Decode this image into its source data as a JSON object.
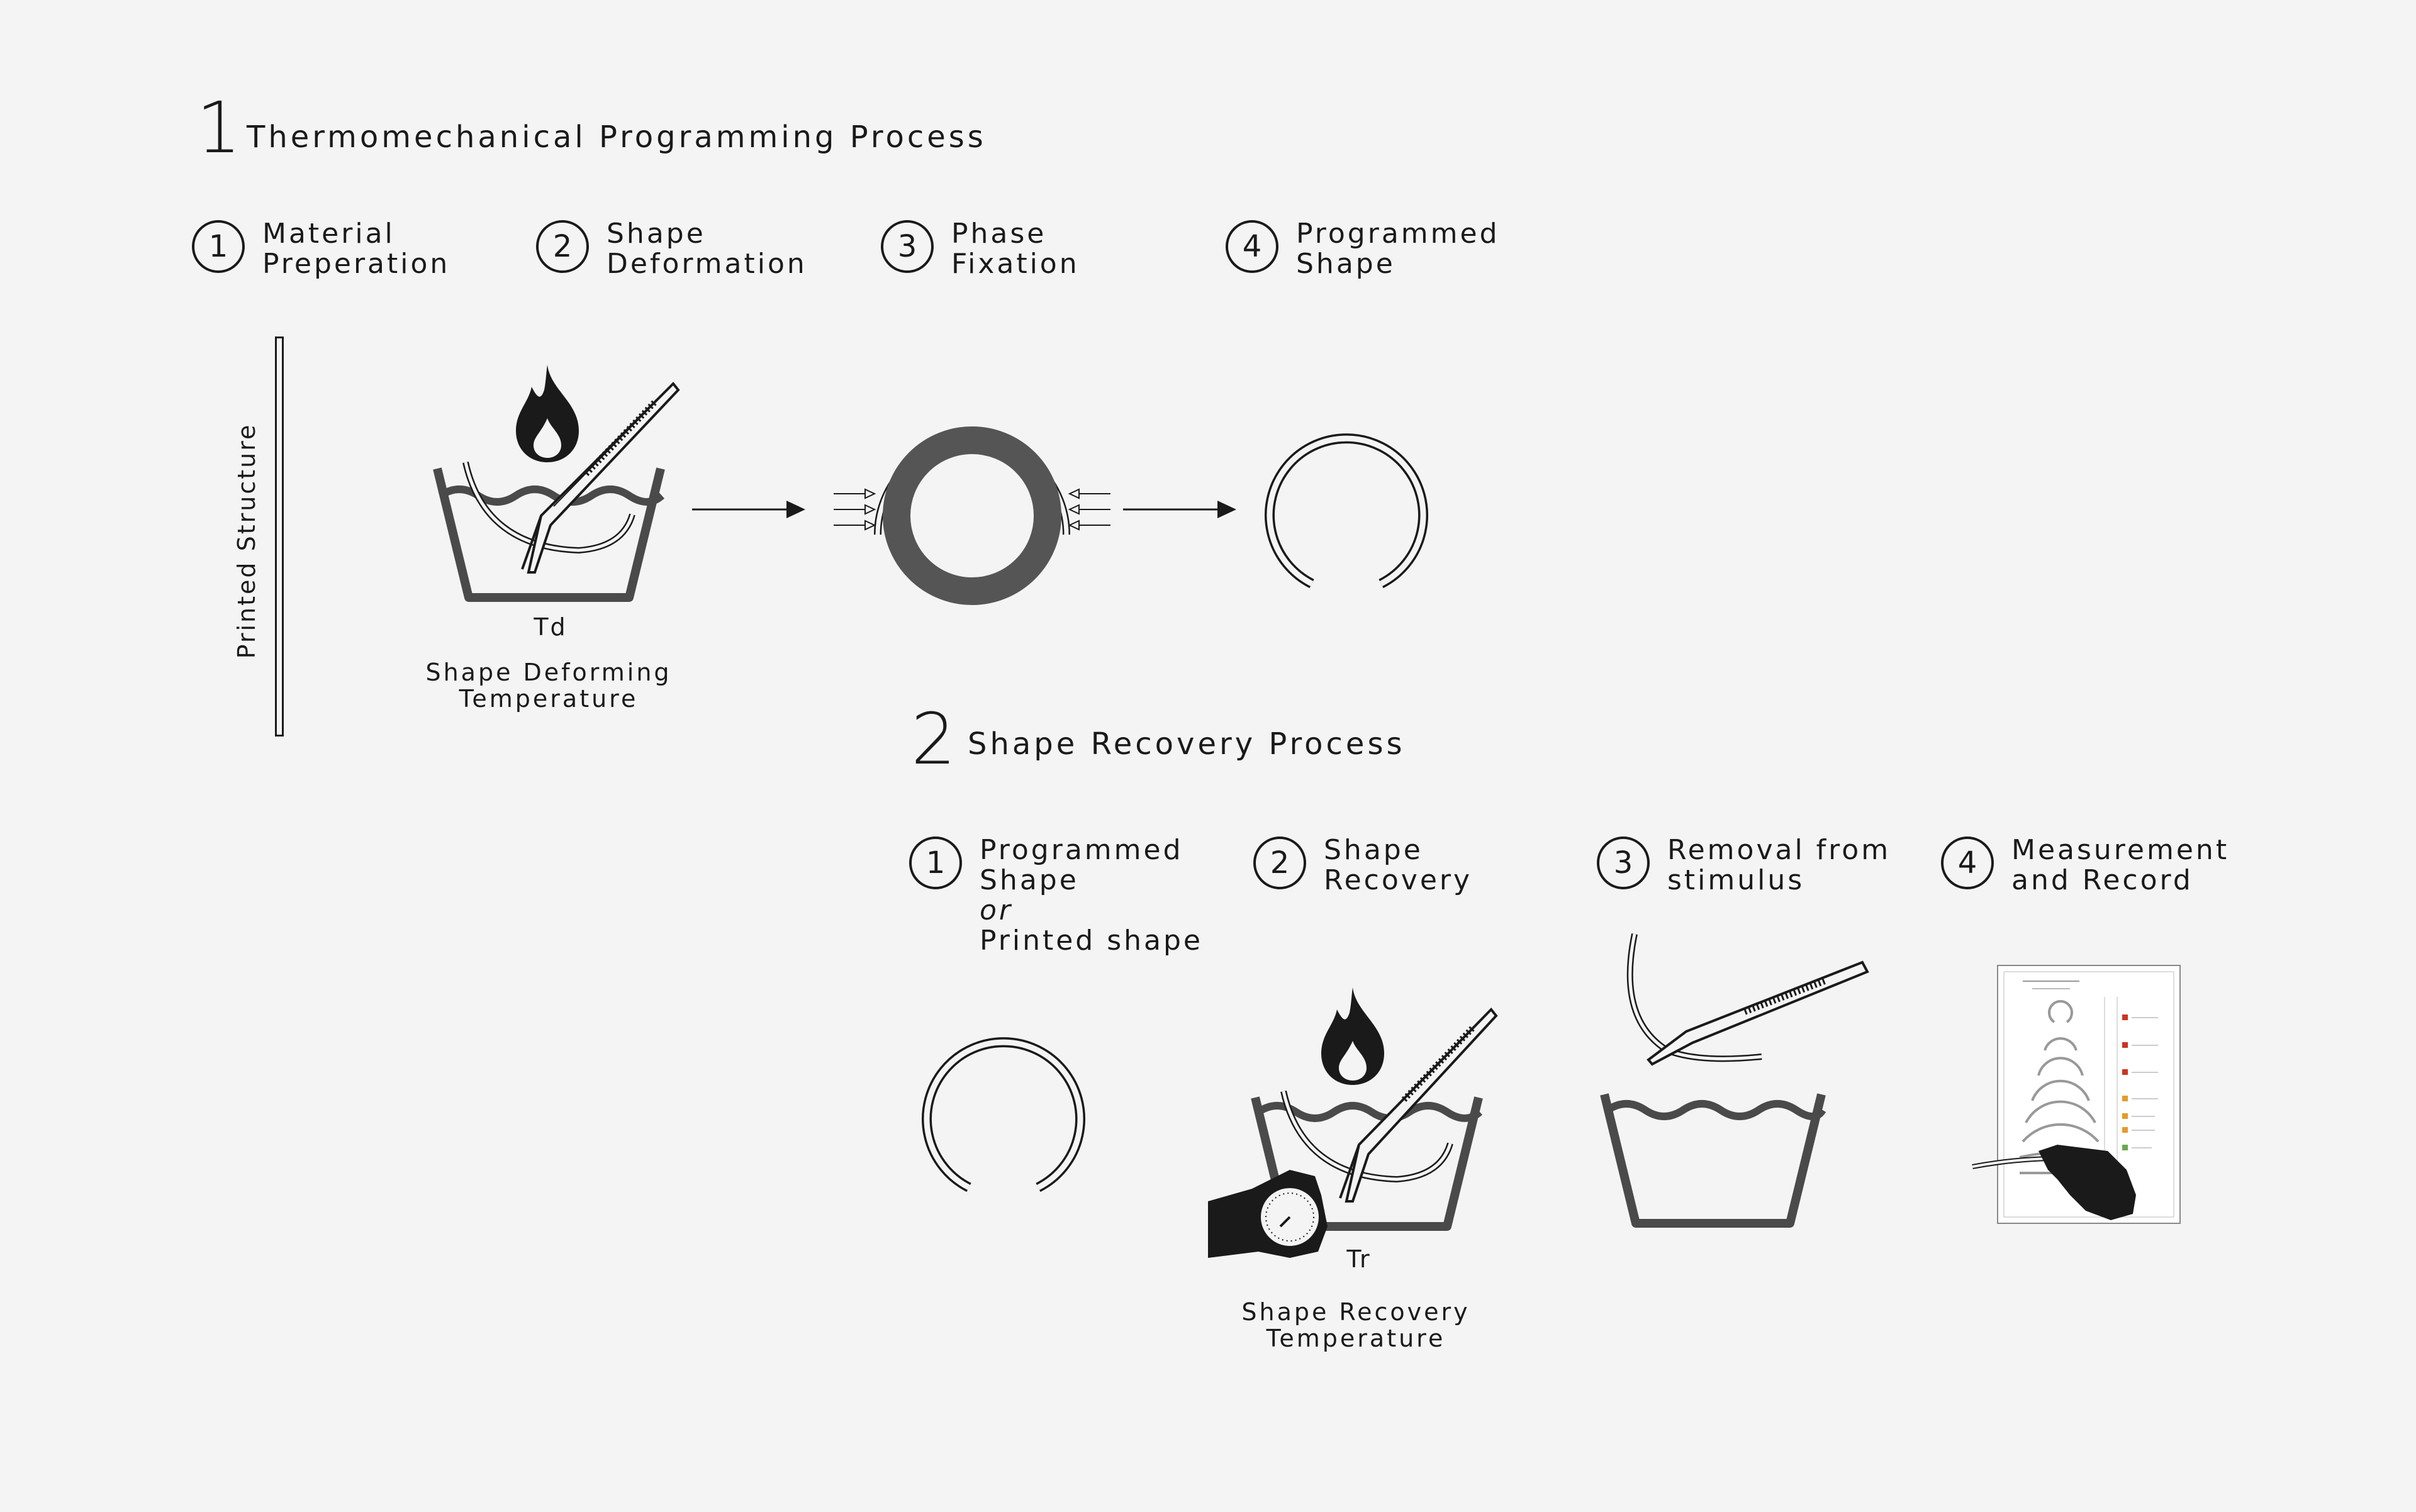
{
  "section1": {
    "number": "1",
    "title": "Thermomechanical Programming Process",
    "steps": [
      {
        "num": "1",
        "line1": "Material",
        "line2": "Preperation"
      },
      {
        "num": "2",
        "line1": "Shape",
        "line2": "Deformation"
      },
      {
        "num": "3",
        "line1": "Phase",
        "line2": "Fixation"
      },
      {
        "num": "4",
        "line1": "Programmed",
        "line2": "Shape"
      }
    ],
    "printed_structure_label": "Printed Structure",
    "td_label": "Td",
    "td_caption_1": "Shape Deforming",
    "td_caption_2": "Temperature"
  },
  "section2": {
    "number": "2",
    "title": "Shape Recovery Process",
    "steps": [
      {
        "num": "1",
        "line1": "Programmed",
        "line2": "Shape",
        "line3": "or",
        "line4": "Printed shape"
      },
      {
        "num": "2",
        "line1": "Shape",
        "line2": "Recovery"
      },
      {
        "num": "3",
        "line1": "Removal from",
        "line2": "stimulus"
      },
      {
        "num": "4",
        "line1": "Measurement",
        "line2": "and Record"
      }
    ],
    "tr_label": "Tr",
    "tr_caption_1": "Shape Recovery",
    "tr_caption_2": "Temperature"
  },
  "colors": {
    "ink": "#1a1a1a",
    "bowl": "#4a4a4a",
    "ring_fill": "#555555",
    "background": "#f4f4f4",
    "record_red": "#cc3322",
    "record_orange": "#e59a2a",
    "record_green": "#6aa84f"
  }
}
